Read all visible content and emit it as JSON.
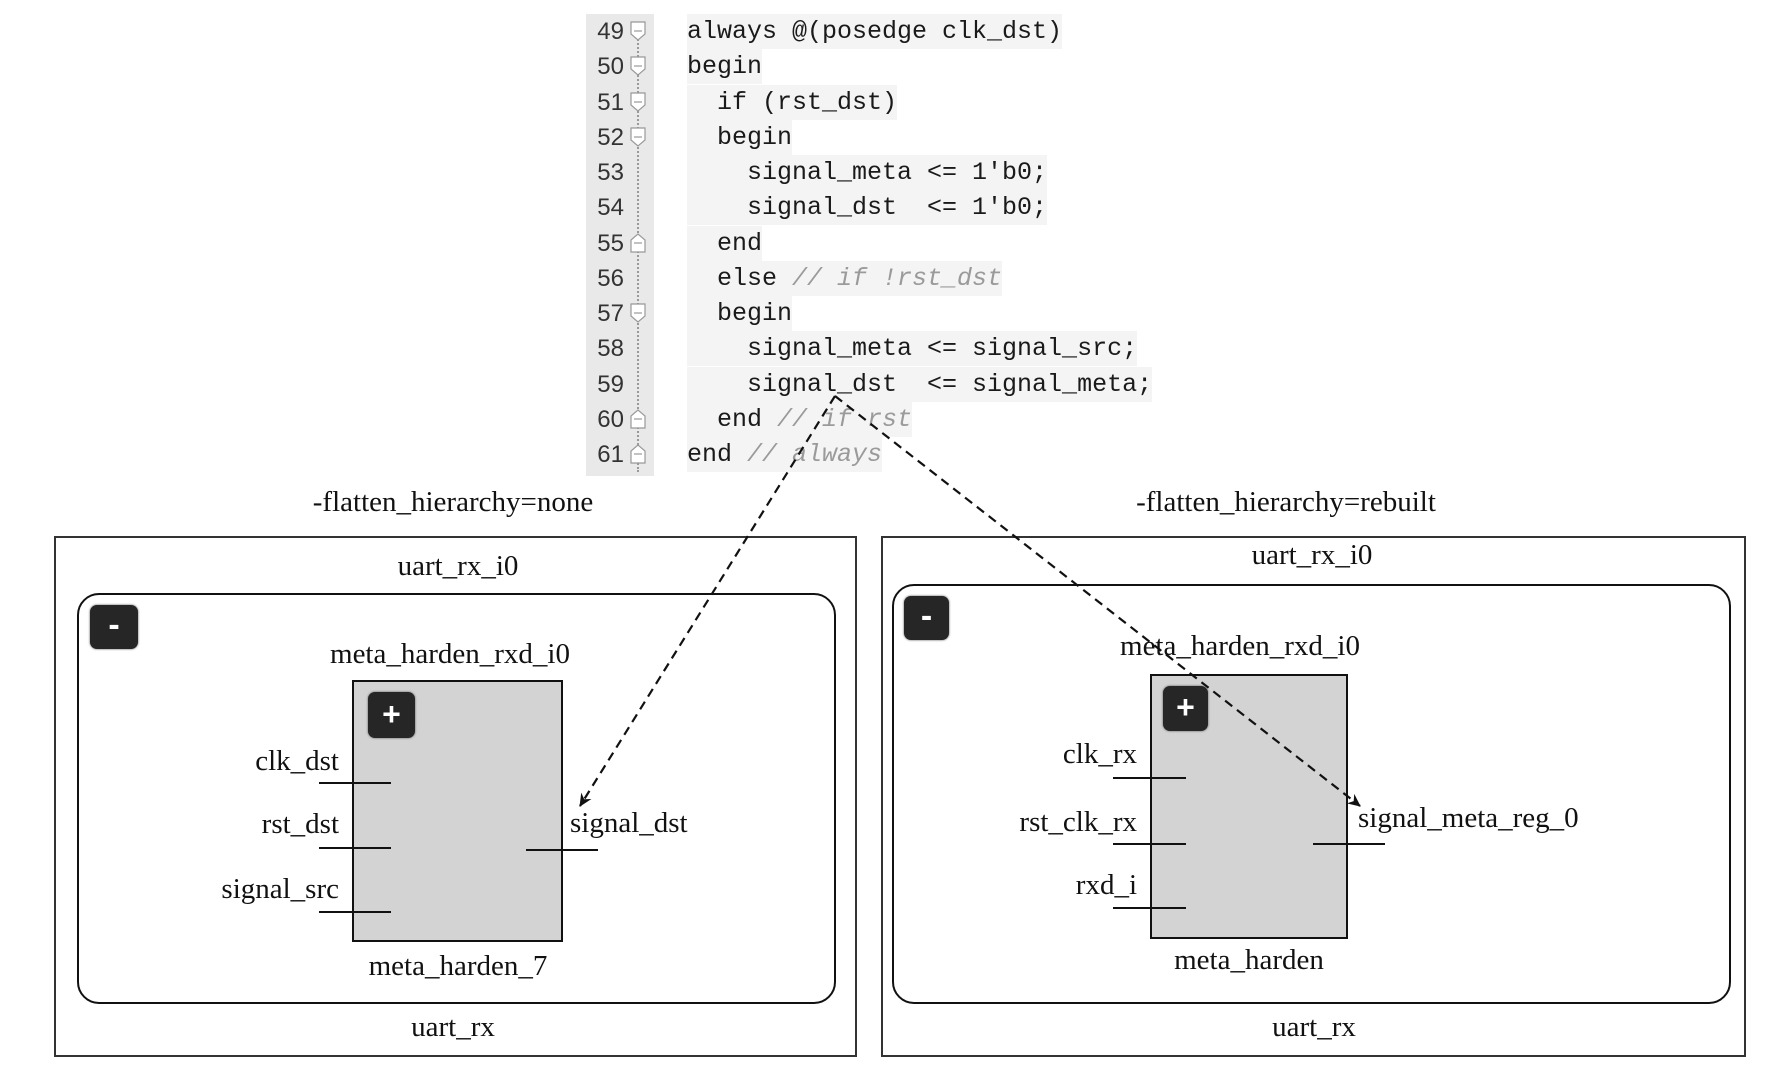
{
  "code": {
    "lines": [
      {
        "num": "49",
        "fold": "open",
        "code": "always @(posedge clk_dst)",
        "comment": ""
      },
      {
        "num": "50",
        "fold": "open",
        "code": "begin",
        "comment": ""
      },
      {
        "num": "51",
        "fold": "open",
        "code": "  if (rst_dst)",
        "comment": ""
      },
      {
        "num": "52",
        "fold": "open",
        "code": "  begin",
        "comment": ""
      },
      {
        "num": "53",
        "fold": "",
        "code": "    signal_meta <= 1'b0;",
        "comment": ""
      },
      {
        "num": "54",
        "fold": "",
        "code": "    signal_dst  <= 1'b0;",
        "comment": ""
      },
      {
        "num": "55",
        "fold": "close",
        "code": "  end",
        "comment": ""
      },
      {
        "num": "56",
        "fold": "",
        "code": "  else ",
        "comment": "// if !rst_dst"
      },
      {
        "num": "57",
        "fold": "open",
        "code": "  begin",
        "comment": ""
      },
      {
        "num": "58",
        "fold": "",
        "code": "    signal_meta <= signal_src;",
        "comment": ""
      },
      {
        "num": "59",
        "fold": "",
        "code": "    signal_dst  <= signal_meta;",
        "comment": ""
      },
      {
        "num": "60",
        "fold": "close",
        "code": "  end ",
        "comment": "// if rst"
      },
      {
        "num": "61",
        "fold": "close",
        "code": "end ",
        "comment": "// always"
      }
    ]
  },
  "left": {
    "title": "-flatten_hierarchy=none",
    "instance_label": "uart_rx_i0",
    "module_label": "uart_rx",
    "collapse_button": "-",
    "cell": {
      "instance_label": "meta_harden_rxd_i0",
      "module_label": "meta_harden_7",
      "expand_button": "+",
      "inputs": [
        "clk_dst",
        "rst_dst",
        "signal_src"
      ],
      "output": "signal_dst"
    }
  },
  "right": {
    "title": "-flatten_hierarchy=rebuilt",
    "instance_label": "uart_rx_i0",
    "module_label": "uart_rx",
    "collapse_button": "-",
    "cell": {
      "instance_label": "meta_harden_rxd_i0",
      "module_label": "meta_harden",
      "expand_button": "+",
      "inputs": [
        "clk_rx",
        "rst_clk_rx",
        "rxd_i"
      ],
      "output": "signal_meta_reg_0"
    }
  },
  "arrows": [
    {
      "from": "code line 59 signal_dst",
      "to": "left.cell.output"
    },
    {
      "from": "code line 59 signal_dst",
      "to": "right.cell.output"
    }
  ]
}
